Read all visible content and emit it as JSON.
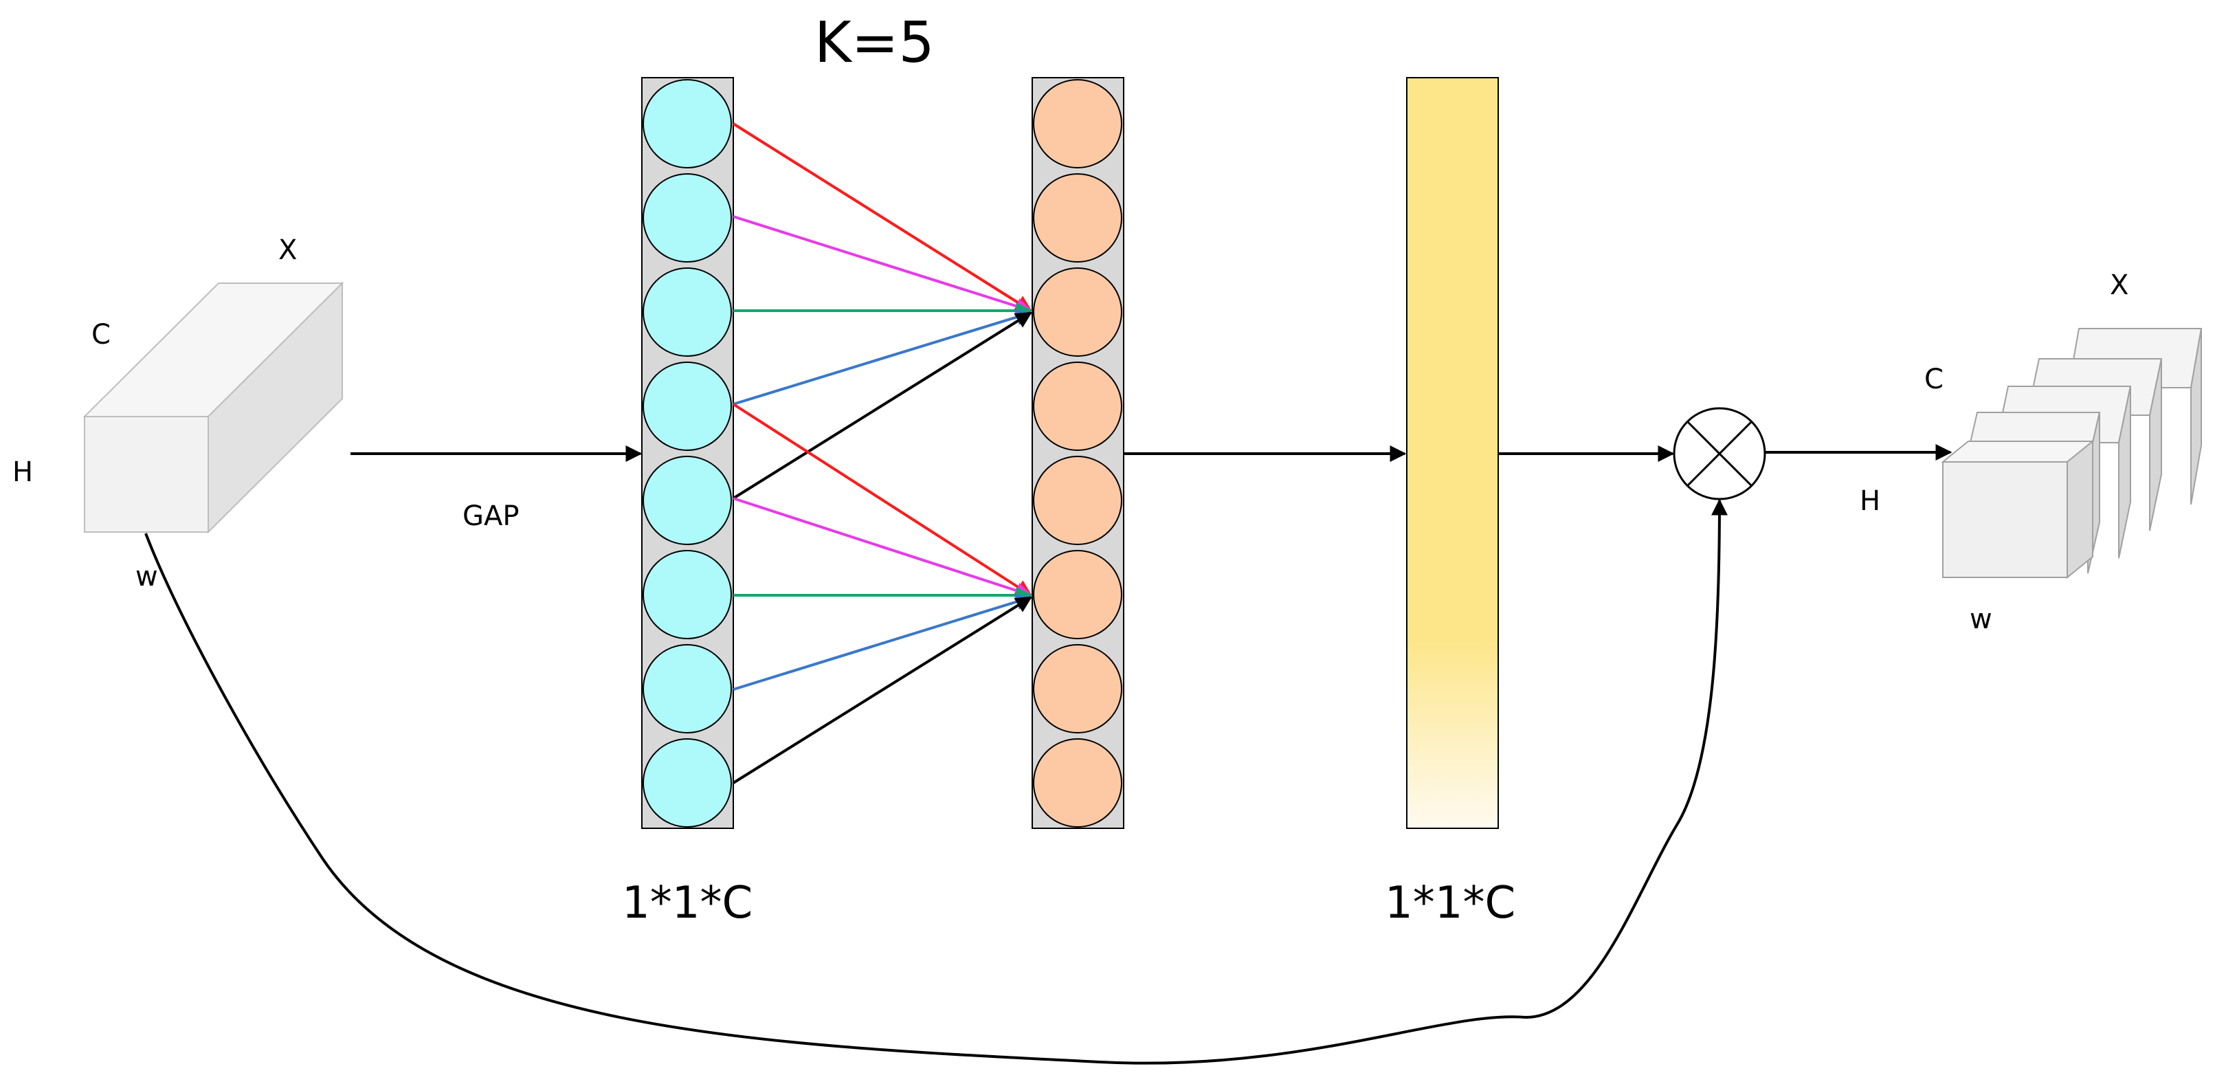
{
  "title": "K=5",
  "input_block": {
    "x_label": "X",
    "c_label": "C",
    "h_label": "H",
    "w_label": "w"
  },
  "gap_label": "GAP",
  "vector1_label": "1*1*C",
  "vector2_label": "1*1*C",
  "output_block": {
    "x_label": "X",
    "c_label": "C",
    "h_label": "H",
    "w_label": "w"
  },
  "multiply_symbol": "⊗",
  "colors": {
    "input_node": "#aefafa",
    "output_node": "#fcc9a4",
    "column_bg": "#d8d8d8",
    "attention_top": "#fde68a",
    "attention_bottom": "#fffaf0",
    "edge_red": "#ff1a1a",
    "edge_magenta": "#e83ae8",
    "edge_green": "#12a86b",
    "edge_blue": "#3a78c9",
    "edge_black": "#000000"
  }
}
